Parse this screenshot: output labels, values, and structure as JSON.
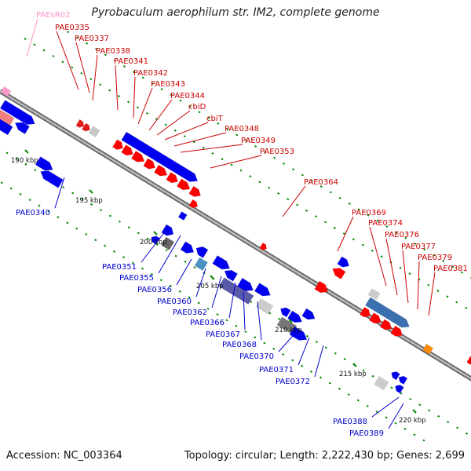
{
  "title": "Pyrobaculum aerophilum str. IM2, complete genome",
  "footer": {
    "accession": "Accession: NC_003364",
    "summary": "Topology: circular; Length: 2,222,430 bp; Genes: 2,699"
  },
  "colors": {
    "forward_gene": "#ff0000",
    "reverse_gene": "#0000ee",
    "rna_gene": "#ff99cc",
    "ticks": "#008800",
    "backbone": "#888888"
  },
  "scale_ticks": [
    "190 kbp",
    "195 kbp",
    "200 kbp",
    "205 kbp",
    "210 kbp",
    "215 kbp",
    "220 kbp"
  ],
  "labels": {
    "top": [
      "PAEsR02",
      "PAE0335",
      "PAE0337",
      "PAE0338",
      "PAE0341",
      "PAE0342",
      "PAE0343",
      "PAE0344",
      "cbiD",
      "cbiT",
      "PAE0348",
      "PAE0349",
      "PAE0353",
      "PAE0364",
      "PAE0369",
      "PAE0374",
      "PAE0376",
      "PAE0377",
      "PAE0379",
      "PAE0381"
    ],
    "bottom": [
      "PAE0340",
      "PAE0351",
      "PAE0355",
      "PAE0356",
      "PAE0360",
      "PAE0362",
      "PAE0366",
      "PAE0367",
      "PAE0368",
      "PAE0370",
      "PAE0371",
      "PAE0372",
      "PAE0388",
      "PAE0389"
    ]
  }
}
